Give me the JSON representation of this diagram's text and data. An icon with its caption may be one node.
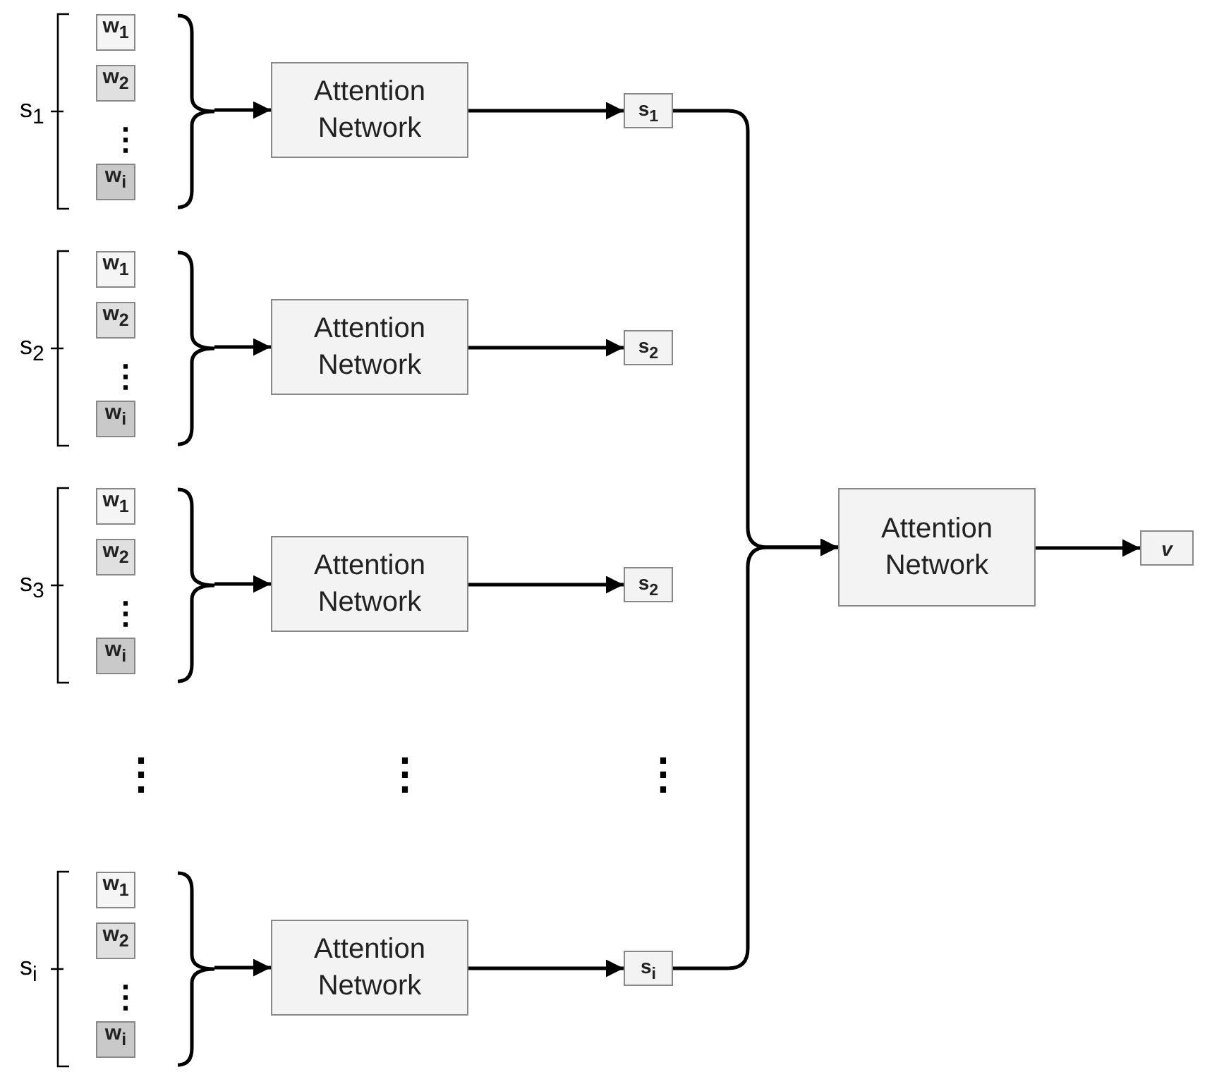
{
  "diagram": {
    "nodes": [
      {
        "text": [
          "s$_{1}$"
        ]
      },
      {
        "text": [
          "w$_{1}$"
        ],
        "in": 0
      },
      {
        "text": [
          "w$_{2}$"
        ],
        "in": 0
      },
      {
        "text": [
          "w$_{i}$"
        ],
        "in": 0
      },
      {
        "text": [
          "Attention Network"
        ]
      },
      {
        "text": [
          "s$_{1}$"
        ]
      },
      {
        "text": [
          "s$_{2}$"
        ]
      },
      {
        "text": [
          "w$_{1}$"
        ],
        "in": 6
      },
      {
        "text": [
          "w$_{2}$"
        ],
        "in": 6
      },
      {
        "text": [
          "w$_{i}$"
        ],
        "in": 6
      },
      {
        "text": [
          "Attention Network"
        ]
      },
      {
        "text": [
          "s$_{2}$"
        ]
      },
      {
        "text": [
          "s$_{3}$"
        ]
      },
      {
        "text": [
          "w$_{1}$"
        ],
        "in": 12
      },
      {
        "text": [
          "w$_{2}$"
        ],
        "in": 12
      },
      {
        "text": [
          "w$_{i}$"
        ],
        "in": 12
      },
      {
        "text": [
          "Attention Network"
        ]
      },
      {
        "text": [
          "s$_{2}$"
        ]
      },
      {
        "text": [
          "s$_{i}$"
        ]
      },
      {
        "text": [
          "w$_{1}$"
        ],
        "in": 18
      },
      {
        "text": [
          "w$_{2}$"
        ],
        "in": 18
      },
      {
        "text": [
          "w$_{i}$"
        ],
        "in": 18
      },
      {
        "text": [
          "Attention Network"
        ]
      },
      {
        "text": [
          "s$_{i}$"
        ]
      },
      {
        "text": [
          "Attention Network"
        ]
      },
      {
        "text": [
          "v"
        ]
      }
    ],
    "edges": [
      {
        "from": 0,
        "to": 4,
        "arrow": "to"
      },
      {
        "from": 4,
        "to": 5,
        "arrow": "to"
      },
      {
        "from": 6,
        "to": 10,
        "arrow": "to"
      },
      {
        "from": 10,
        "to": 11,
        "arrow": "to"
      },
      {
        "from": 12,
        "to": 16,
        "arrow": "to"
      },
      {
        "from": 16,
        "to": 17,
        "arrow": "to"
      },
      {
        "from": 18,
        "to": 22,
        "arrow": "to"
      },
      {
        "from": 22,
        "to": 23,
        "arrow": "to"
      },
      {
        "from": 5,
        "to": 24,
        "arrow": "to"
      },
      {
        "from": 23,
        "to": 24,
        "arrow": "to"
      },
      {
        "from": 24,
        "to": 25,
        "arrow": "to"
      }
    ],
    "labels": [
      "⋮",
      "⋮",
      "⋮",
      "⋮",
      "⋮",
      "⋮",
      "⋮"
    ]
  }
}
